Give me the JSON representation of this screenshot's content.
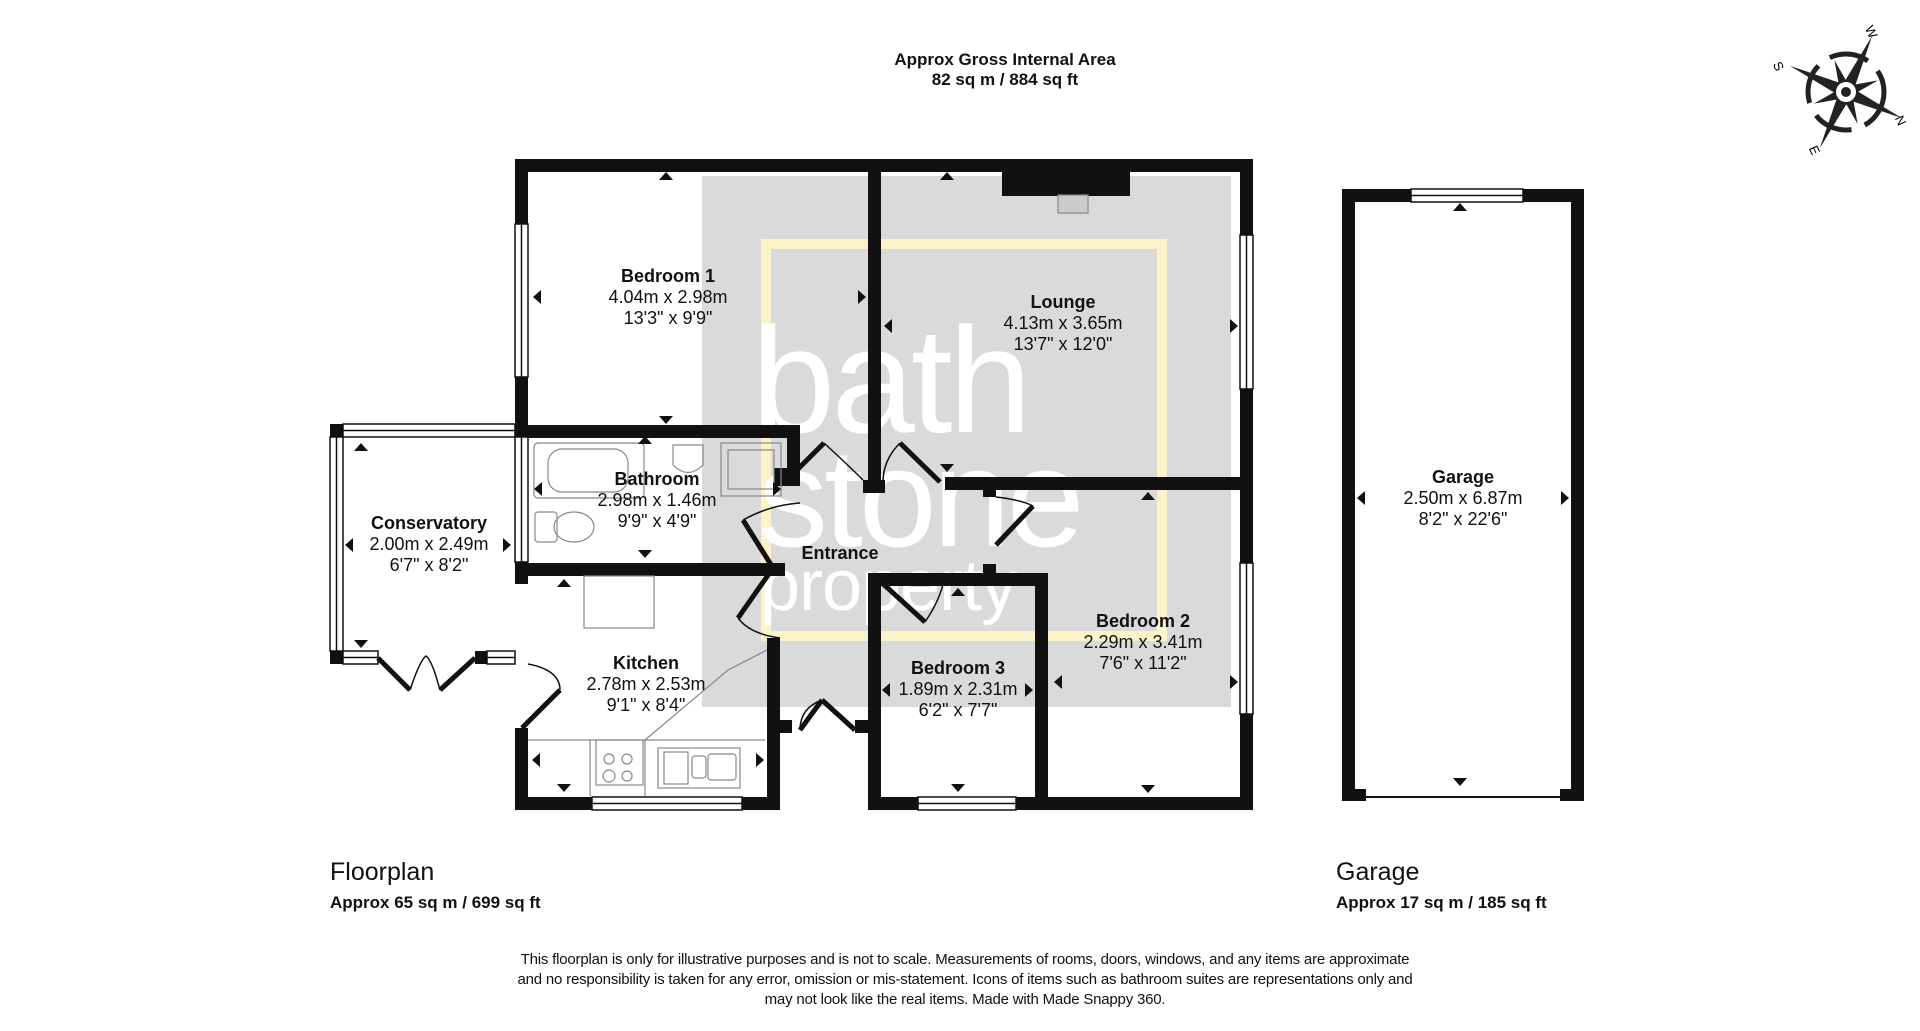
{
  "header": {
    "title": "Approx Gross Internal Area",
    "area": "82 sq m / 884 sq ft"
  },
  "compass": {
    "icon": "compass-rose-icon",
    "labels": [
      "N",
      "E",
      "S",
      "W"
    ]
  },
  "watermark": {
    "line1": "bath",
    "line2": "stone",
    "line3": "property",
    "background": "#d9dad9",
    "frame_color": "#fdf3c8"
  },
  "rooms": [
    {
      "id": "bedroom-1",
      "name": "Bedroom 1",
      "metric": "4.04m x 2.98m",
      "imperial": "13'3\" x 9'9\""
    },
    {
      "id": "lounge",
      "name": "Lounge",
      "metric": "4.13m x 3.65m",
      "imperial": "13'7\" x 12'0\""
    },
    {
      "id": "bathroom",
      "name": "Bathroom",
      "metric": "2.98m x 1.46m",
      "imperial": "9'9\" x 4'9\""
    },
    {
      "id": "conservatory",
      "name": "Conservatory",
      "metric": "2.00m x 2.49m",
      "imperial": "6'7\" x 8'2\""
    },
    {
      "id": "entrance",
      "name": "Entrance",
      "metric": "",
      "imperial": ""
    },
    {
      "id": "kitchen",
      "name": "Kitchen",
      "metric": "2.78m x 2.53m",
      "imperial": "9'1\" x 8'4\""
    },
    {
      "id": "bedroom-3",
      "name": "Bedroom 3",
      "metric": "1.89m x 2.31m",
      "imperial": "6'2\" x 7'7\""
    },
    {
      "id": "bedroom-2",
      "name": "Bedroom 2",
      "metric": "2.29m x 3.41m",
      "imperial": "7'6\" x 11'2\""
    },
    {
      "id": "garage",
      "name": "Garage",
      "metric": "2.50m x 6.87m",
      "imperial": "8'2\" x 22'6\""
    }
  ],
  "sections": {
    "floorplan": {
      "title": "Floorplan",
      "area": "Approx 65 sq m / 699 sq ft"
    },
    "garage": {
      "title": "Garage",
      "area": "Approx 17 sq m / 185 sq ft"
    }
  },
  "disclaimer": {
    "line1": "This floorplan is only for illustrative purposes and is not to scale. Measurements of rooms, doors, windows, and any items are approximate",
    "line2": "and no responsibility is taken for any error, omission or mis-statement. Icons of items such as bathroom suites are representations only and",
    "line3": "may not look like the real items. Made with Made Snappy 360."
  },
  "colors": {
    "wall": "#111111",
    "watermark_bg": "#d9dad9",
    "watermark_frame": "#fdf3c8",
    "fixture_line": "#888888"
  }
}
